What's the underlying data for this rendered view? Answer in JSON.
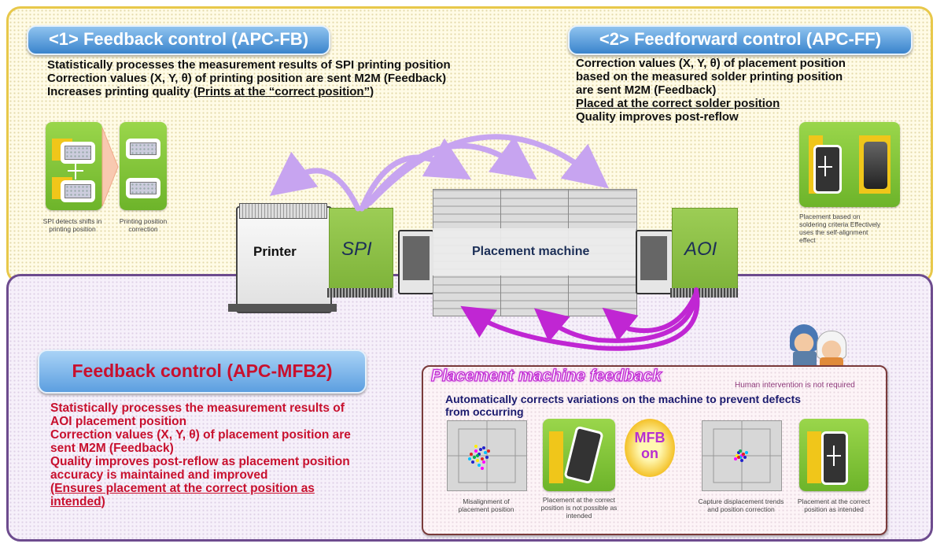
{
  "fb": {
    "title": "<1> Feedback control (APC-FB)",
    "lines": [
      "Statistically processes the measurement results of SPI printing position",
      "Correction values (X, Y, θ) of printing position are sent M2M (Feedback)",
      "Increases printing quality ("
    ],
    "line3_underlined": "Prints at the “correct position”",
    "line3_end": ")",
    "caption_left": "SPI detects shifts in printing position",
    "caption_right": "Printing position correction"
  },
  "ff": {
    "title": "<2> Feedforward control (APC-FF)",
    "lines": [
      "Correction values (X, Y, θ) of placement position",
      "based on the measured solder printing position",
      "are sent M2M (Feedback)"
    ],
    "underlined": "Placed at the correct solder position",
    "last": "Quality improves post-reflow",
    "caption": "Placement based on soldering criteria Effectively uses the self-alignment effect"
  },
  "machines": {
    "printer": "Printer",
    "spi": "SPI",
    "placement": "Placement machine",
    "aoi": "AOI"
  },
  "mfb2": {
    "title": "Feedback control (APC-MFB2)",
    "lines": [
      "Statistically processes the measurement results of",
      "AOI placement position",
      "Correction values (X, Y, θ) of placement position are",
      "sent M2M (Feedback)",
      "Quality improves post-reflow as placement position",
      "accuracy is maintained and improved"
    ],
    "underlined_1": "(Ensures placement at the correct position as",
    "underlined_2": "intended",
    "end": ")"
  },
  "pmf": {
    "title": "Placement machine feedback",
    "note": "Human intervention is not required",
    "desc_1": "Automatically corrects variations on the machine to prevent defects",
    "desc_2": "from occurring",
    "mfb_on": "MFB on",
    "captions": [
      "Misalignment of placement position",
      "Placement at the correct position is not possible as intended",
      "Capture displacement trends and position correction",
      "Placement at the correct position as intended"
    ]
  },
  "colors": {
    "title_blue": "#3a84cc",
    "red_text": "#c8102e",
    "navy_text": "#1a1a6e",
    "magenta": "#c026d3",
    "lavender_arrow": "#c7a4f0",
    "green": "#7cc23a"
  }
}
